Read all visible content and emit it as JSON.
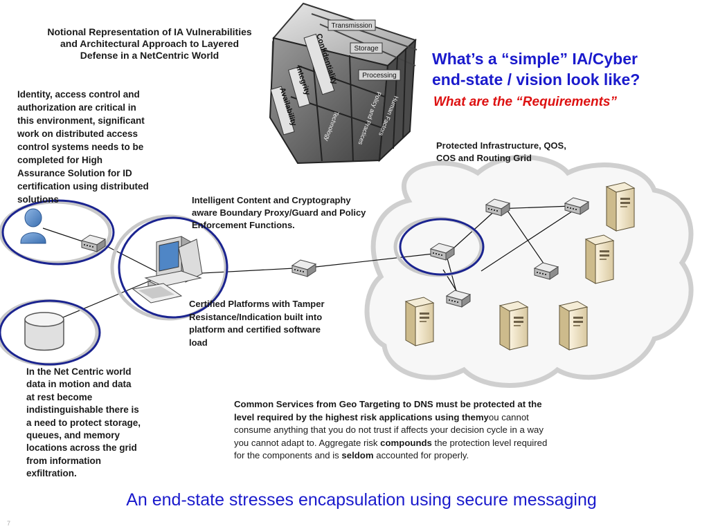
{
  "heading": {
    "lines": [
      "Notional Representation of IA Vulnerabilities",
      "and Architectural Approach to Layered",
      "Defense in a NetCentric World"
    ]
  },
  "question": {
    "line1": "What’s a “simple”  IA/Cyber",
    "line2": "end-state / vision look like?",
    "sub": "What are the “Requirements”"
  },
  "cube": {
    "top_labels": [
      "Transmission",
      "Storage",
      "Processing"
    ],
    "front_labels": [
      "Confidentiality",
      "Integrity",
      "Availability"
    ],
    "side_labels": [
      "Technology",
      "Policy and Practices",
      "Human Factors"
    ]
  },
  "identity_text": [
    "Identity, access control and",
    "authorization are critical in",
    "this environment, significant",
    "work on distributed access",
    "control systems needs to be",
    "completed for High",
    "Assurance Solution for ID",
    "certification using distributed",
    "solutions"
  ],
  "proxy_text": [
    "Intelligent Content and Cryptography",
    "aware Boundary Proxy/Guard and Policy",
    "Enforcement Functions."
  ],
  "infra_text": [
    "Protected Infrastructure, QOS,",
    "COS and Routing Grid"
  ],
  "platform_text": [
    "Certified Platforms with Tamper",
    "Resistance/Indication built into",
    "platform and certified software",
    "load"
  ],
  "netcentric_text": [
    "In the Net Centric world",
    "data in motion and data",
    "at rest become",
    "indistinguishable there is",
    "a need to protect storage,",
    "queues, and memory",
    "locations across the grid",
    "from information",
    "exfiltration."
  ],
  "services": {
    "p1": "Common Services from Geo Targeting to DNS must be protected at the",
    "p2_bold": "level required by the highest risk applications using themy",
    "p2_rest": "ou cannot",
    "p3": "consume anything that you do not trust if affects your decision cycle in a way",
    "p4": "you cannot adapt to. Aggregate risk ",
    "p4_bold": "compounds",
    "p4_rest": " the protection level required",
    "p5": "for the components and is ",
    "p5_bold": "seldom",
    "p5_rest": " accounted for properly."
  },
  "footer": "An end-state stresses encapsulation using secure messaging",
  "page_number": "7",
  "colors": {
    "ring": "#1b2490",
    "blue_text": "#1a1acc",
    "red_text": "#dd1111",
    "cloud": "#e6e6e6"
  }
}
